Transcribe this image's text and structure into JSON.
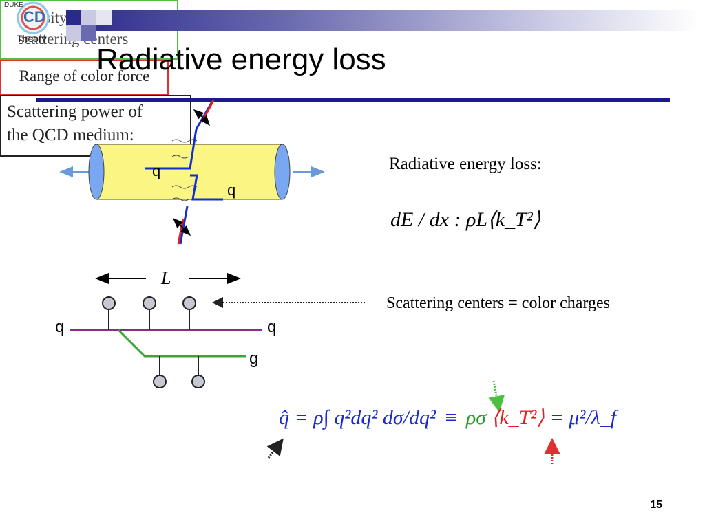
{
  "slide": {
    "title": "Radiative energy loss",
    "logo_text": "Theory",
    "logo_vertical": "DUKE",
    "logo_badge": "CD",
    "page_number": "15"
  },
  "diagram": {
    "quark_in_label": "q",
    "quark_out_label": "q",
    "length_label": "L",
    "lower_quark_in": "q",
    "lower_quark_out": "q",
    "gluon_label": "g"
  },
  "annotations": {
    "radiative_heading": "Radiative energy loss:",
    "scattering_centers": "Scattering centers = color charges",
    "density_line1": "Density of",
    "density_line2": "scattering centers",
    "range": "Range of color force",
    "scattering_power_line1": "Scattering power of",
    "scattering_power_line2": "the QCD medium:"
  },
  "formulas": {
    "eloss": "dE / dx :  ρL⟨k_T²⟩",
    "qhat_lhs": "q̂ = ρ∫ q²dq² dσ/dq²",
    "qhat_mid": "≡",
    "qhat_green": "ρσ",
    "qhat_red": "⟨k_T²⟩",
    "qhat_rhs": "= μ²/λ_f"
  },
  "colors": {
    "rule": "#1a1a8c",
    "tube": "#fbf583",
    "tube_cap": "#7aa7f2",
    "quark_line": "#1030d0",
    "gluon_green": "#3aa63a",
    "purple": "#8a2a8a",
    "red": "#e02020",
    "formula_blue": "#1a2ad0",
    "formula_green": "#2a9a2a",
    "formula_red": "#e02020"
  }
}
